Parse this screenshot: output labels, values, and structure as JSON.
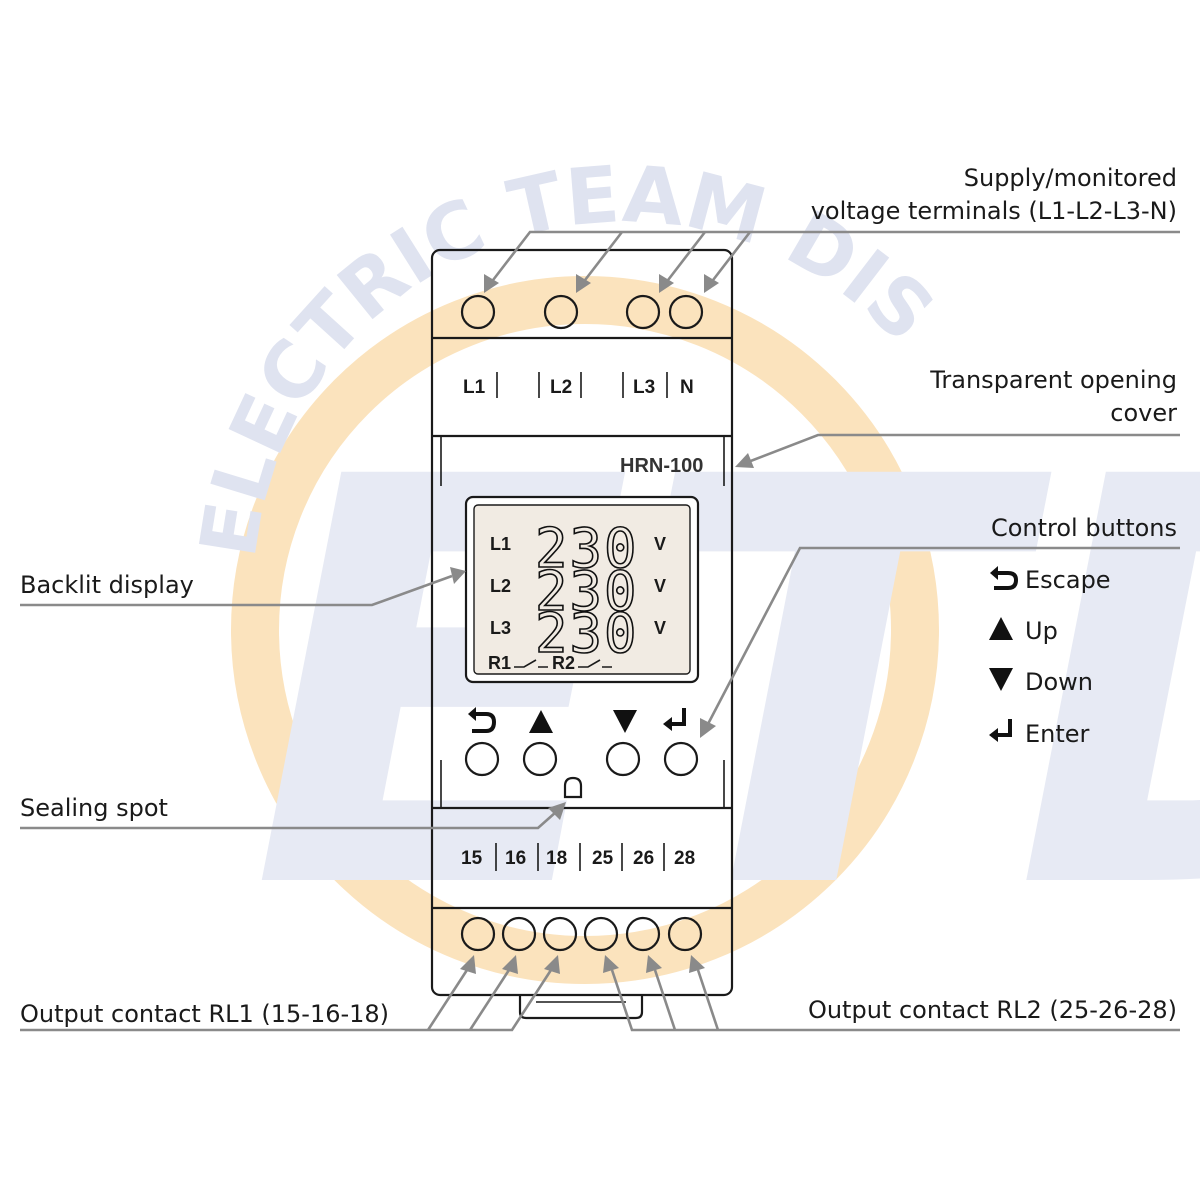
{
  "watermark": {
    "arc_text": "ELECTRIC TEAM DISTRIBUTION",
    "logo_text": "ETD",
    "colors": {
      "ring": "#fbe3bd",
      "logo": "#e5e8f3",
      "arc_text": "#dfe3f0"
    }
  },
  "device": {
    "model": "HRN-100",
    "top_terminals": [
      "L1",
      "L2",
      "L3",
      "N"
    ],
    "bottom_terminals": [
      "15",
      "16",
      "18",
      "25",
      "26",
      "28"
    ],
    "display": {
      "rows": [
        {
          "phase": "L1",
          "value": "230",
          "unit": "V"
        },
        {
          "phase": "L2",
          "value": "230",
          "unit": "V"
        },
        {
          "phase": "L3",
          "value": "230",
          "unit": "V"
        }
      ],
      "relays": [
        "R1",
        "R2"
      ]
    },
    "buttons": [
      {
        "name": "escape",
        "icon": "escape-icon"
      },
      {
        "name": "up",
        "icon": "up-triangle-icon"
      },
      {
        "name": "down",
        "icon": "down-triangle-icon"
      },
      {
        "name": "enter",
        "icon": "enter-icon"
      }
    ]
  },
  "labels": {
    "supply_line1": "Supply/monitored",
    "supply_line2": "voltage terminals (L1-L2-L3-N)",
    "cover_line1": "Transparent opening",
    "cover_line2": "cover",
    "control_buttons": "Control buttons",
    "backlit_display": "Backlit display",
    "sealing_spot": "Sealing spot",
    "output_rl1": "Output contact RL1 (15-16-18)",
    "output_rl2": "Output contact RL2 (25-26-28)"
  },
  "legend": [
    {
      "icon": "escape-icon",
      "text": "Escape"
    },
    {
      "icon": "up-triangle-icon",
      "text": "Up"
    },
    {
      "icon": "down-triangle-icon",
      "text": "Down"
    },
    {
      "icon": "enter-icon",
      "text": "Enter"
    }
  ],
  "colors": {
    "leader": "#8a8a8a",
    "lcd_bg": "#f1ebe3",
    "outline": "#1a1a1a"
  }
}
